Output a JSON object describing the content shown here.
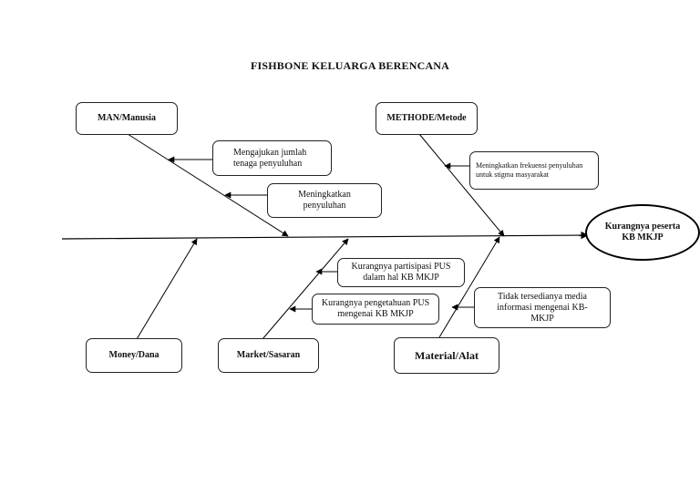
{
  "title": "FISHBONE KELUARGA BERENCANA",
  "effect": "Kurangnya peserta KB MKJP",
  "categories": {
    "man": "MAN/Manusia",
    "metode": "METHODE/Metode",
    "money": "Money/Dana",
    "market": "Market/Sasaran",
    "material": "Material/Alat"
  },
  "causes": {
    "man_1": "Mengajukan jumlah tenaga penyuluhan",
    "man_2": "Meningkatkan penyuluhan",
    "metode_1": "Meningkatkan frekuensi penyuluhan untuk stigma masyarakat",
    "market_1": "Kurangnya partisipasi PUS dalam hal KB MKJP",
    "market_2": "Kurangnya pengetahuan PUS mengenai KB MKJP",
    "material_1": "Tidak tersedianya media informasi mengenai KB-MKJP"
  }
}
